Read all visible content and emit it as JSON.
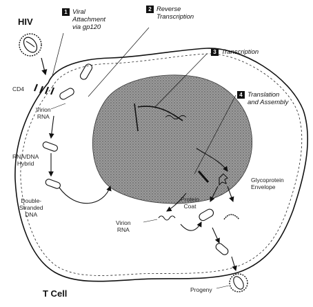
{
  "hiv": "HIV",
  "tcell": "T Cell",
  "steps": [
    {
      "num": "1",
      "line1": "Viral",
      "line2": "Attachment",
      "line3": "via gp120"
    },
    {
      "num": "2",
      "line1": "Reverse",
      "line2": "Transcription"
    },
    {
      "num": "3",
      "line1": "Transcription"
    },
    {
      "num": "4",
      "line1": "Translation",
      "line2": "and Assembly"
    }
  ],
  "labels": {
    "cd4": "CD4",
    "virion_rna": [
      "Virion",
      "RNA"
    ],
    "rna_dna": [
      "RNA/DNA",
      "Hybrid"
    ],
    "double_stranded": [
      "Double-",
      "Stranded",
      "DNA"
    ],
    "protein_coat": [
      "Protein",
      "Coat"
    ],
    "glycoprotein": [
      "Glycoprotein",
      "Envelope"
    ],
    "virion_rna_2": [
      "Virion",
      "RNA"
    ],
    "progeny": "Progeny"
  }
}
